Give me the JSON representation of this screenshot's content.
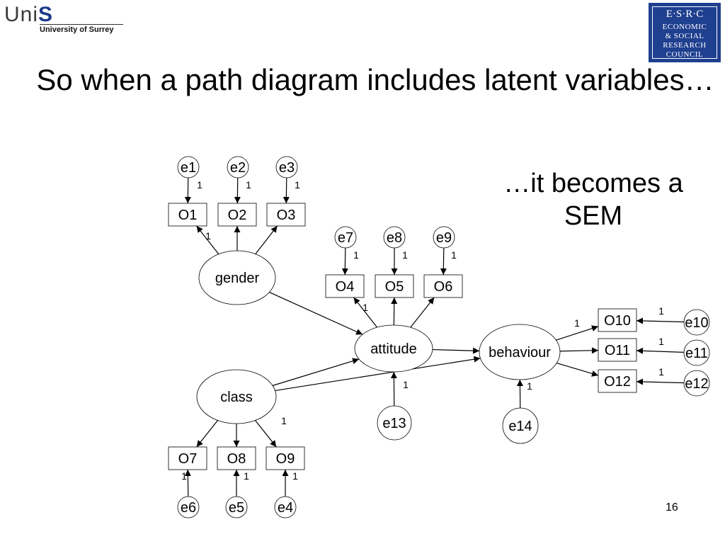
{
  "logos": {
    "unis_prefix": "Uni",
    "unis_letter": "S",
    "unis_sub": "University of Surrey",
    "esrc_top": "E·S·R·C",
    "esrc_lines": [
      "ECONOMIC",
      "& SOCIAL",
      "RESEARCH",
      "COUNCIL"
    ]
  },
  "slide": {
    "title": "So when a path diagram includes latent variables…",
    "subtitle": "…it becomes a SEM",
    "page_number": "16"
  },
  "diagram": {
    "latents": [
      {
        "id": "gender",
        "label": "gender"
      },
      {
        "id": "class",
        "label": "class"
      },
      {
        "id": "attitude",
        "label": "attitude"
      },
      {
        "id": "behaviour",
        "label": "behaviour"
      }
    ],
    "observed": [
      {
        "id": "O1",
        "label": "O1"
      },
      {
        "id": "O2",
        "label": "O2"
      },
      {
        "id": "O3",
        "label": "O3"
      },
      {
        "id": "O4",
        "label": "O4"
      },
      {
        "id": "O5",
        "label": "O5"
      },
      {
        "id": "O6",
        "label": "O6"
      },
      {
        "id": "O7",
        "label": "O7"
      },
      {
        "id": "O8",
        "label": "O8"
      },
      {
        "id": "O9",
        "label": "O9"
      },
      {
        "id": "O10",
        "label": "O10"
      },
      {
        "id": "O11",
        "label": "O11"
      },
      {
        "id": "O12",
        "label": "O12"
      }
    ],
    "errors": [
      {
        "id": "e1",
        "label": "e1"
      },
      {
        "id": "e2",
        "label": "e2"
      },
      {
        "id": "e3",
        "label": "e3"
      },
      {
        "id": "e4",
        "label": "e4"
      },
      {
        "id": "e5",
        "label": "e5"
      },
      {
        "id": "e6",
        "label": "e6"
      },
      {
        "id": "e7",
        "label": "e7"
      },
      {
        "id": "e8",
        "label": "e8"
      },
      {
        "id": "e9",
        "label": "e9"
      },
      {
        "id": "e10",
        "label": "e10"
      },
      {
        "id": "e11",
        "label": "e11"
      },
      {
        "id": "e12",
        "label": "e12"
      },
      {
        "id": "e13",
        "label": "e13"
      },
      {
        "id": "e14",
        "label": "e14"
      }
    ],
    "paths": [
      {
        "from": "gender",
        "to": "O1"
      },
      {
        "from": "gender",
        "to": "O2"
      },
      {
        "from": "gender",
        "to": "O3"
      },
      {
        "from": "attitude",
        "to": "O4"
      },
      {
        "from": "attitude",
        "to": "O5"
      },
      {
        "from": "attitude",
        "to": "O6"
      },
      {
        "from": "class",
        "to": "O7"
      },
      {
        "from": "class",
        "to": "O8"
      },
      {
        "from": "class",
        "to": "O9"
      },
      {
        "from": "behaviour",
        "to": "O10"
      },
      {
        "from": "behaviour",
        "to": "O11"
      },
      {
        "from": "behaviour",
        "to": "O12"
      },
      {
        "from": "gender",
        "to": "attitude"
      },
      {
        "from": "class",
        "to": "attitude"
      },
      {
        "from": "class",
        "to": "behaviour"
      },
      {
        "from": "attitude",
        "to": "behaviour"
      },
      {
        "from": "e1",
        "to": "O1"
      },
      {
        "from": "e2",
        "to": "O2"
      },
      {
        "from": "e3",
        "to": "O3"
      },
      {
        "from": "e7",
        "to": "O4"
      },
      {
        "from": "e8",
        "to": "O5"
      },
      {
        "from": "e9",
        "to": "O6"
      },
      {
        "from": "e6",
        "to": "O7"
      },
      {
        "from": "e5",
        "to": "O8"
      },
      {
        "from": "e4",
        "to": "O9"
      },
      {
        "from": "e10",
        "to": "O10"
      },
      {
        "from": "e11",
        "to": "O11"
      },
      {
        "from": "e12",
        "to": "O12"
      },
      {
        "from": "e13",
        "to": "attitude"
      },
      {
        "from": "e14",
        "to": "behaviour"
      }
    ],
    "coefficients": [
      {
        "id": "e1-O1",
        "value": "1"
      },
      {
        "id": "e2-O2",
        "value": "1"
      },
      {
        "id": "e3-O3",
        "value": "1"
      },
      {
        "id": "gender-O1",
        "value": "1"
      },
      {
        "id": "e7-O4",
        "value": "1"
      },
      {
        "id": "e8-O5",
        "value": "1"
      },
      {
        "id": "e9-O6",
        "value": "1"
      },
      {
        "id": "attitude-O4",
        "value": "1"
      },
      {
        "id": "behaviour-O10",
        "value": "1"
      },
      {
        "id": "e10-O10",
        "value": "1"
      },
      {
        "id": "e11-O11",
        "value": "1"
      },
      {
        "id": "e12-O12",
        "value": "1"
      },
      {
        "id": "e13-attitude",
        "value": "1"
      },
      {
        "id": "e14-behaviour",
        "value": "1"
      },
      {
        "id": "class-O9",
        "value": "1"
      },
      {
        "id": "e6-O7",
        "value": "1"
      },
      {
        "id": "e5-O8",
        "value": "1"
      },
      {
        "id": "e4-O9",
        "value": "1"
      }
    ]
  }
}
